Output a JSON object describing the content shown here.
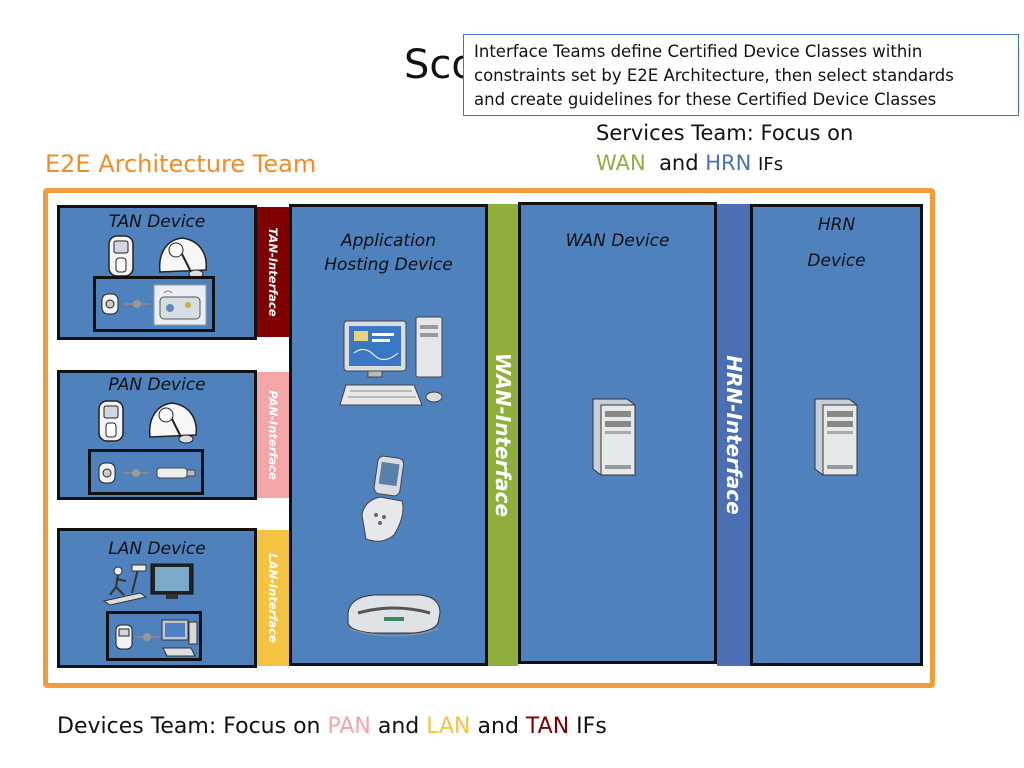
{
  "title": "Sco",
  "callout": {
    "line1": "Interface Teams define Certified Device Classes within",
    "line2": "constraints set by E2E Architecture, then select standards",
    "line3": "and create guidelines for these Certified Device Classes"
  },
  "services": {
    "line1": "Services Team: Focus on",
    "wan": "WAN",
    "and": "and",
    "hrn": "HRN",
    "ifs": "IFs"
  },
  "e2e_label": "E2E Architecture Team",
  "devices": {
    "tan": "TAN Device",
    "pan": "PAN Device",
    "lan": "LAN Device",
    "app_line1": "Application",
    "app_line2": "Hosting Device",
    "wan": "WAN Device",
    "hrn_line1": "HRN",
    "hrn_line2": "Device"
  },
  "interfaces": {
    "tan": "TAN-Interface",
    "pan": "PAN-Interface",
    "lan": "LAN-Interface",
    "wan": "WAN-Interface",
    "hrn": "HRN-Interface"
  },
  "devices_team": {
    "prefix": "Devices Team: Focus on",
    "pan": "PAN",
    "and1": "and",
    "lan": "LAN",
    "and2": "and",
    "tan": "TAN",
    "ifs": "IFs"
  },
  "colors": {
    "orange": "#f39c3b",
    "device_blue": "#4f81bd",
    "tan_red": "#7f0000",
    "pan_pink": "#f4a6a6",
    "lan_yellow": "#f5c342",
    "wan_green": "#8fae3c",
    "hrn_blue": "#4a6fb5"
  }
}
